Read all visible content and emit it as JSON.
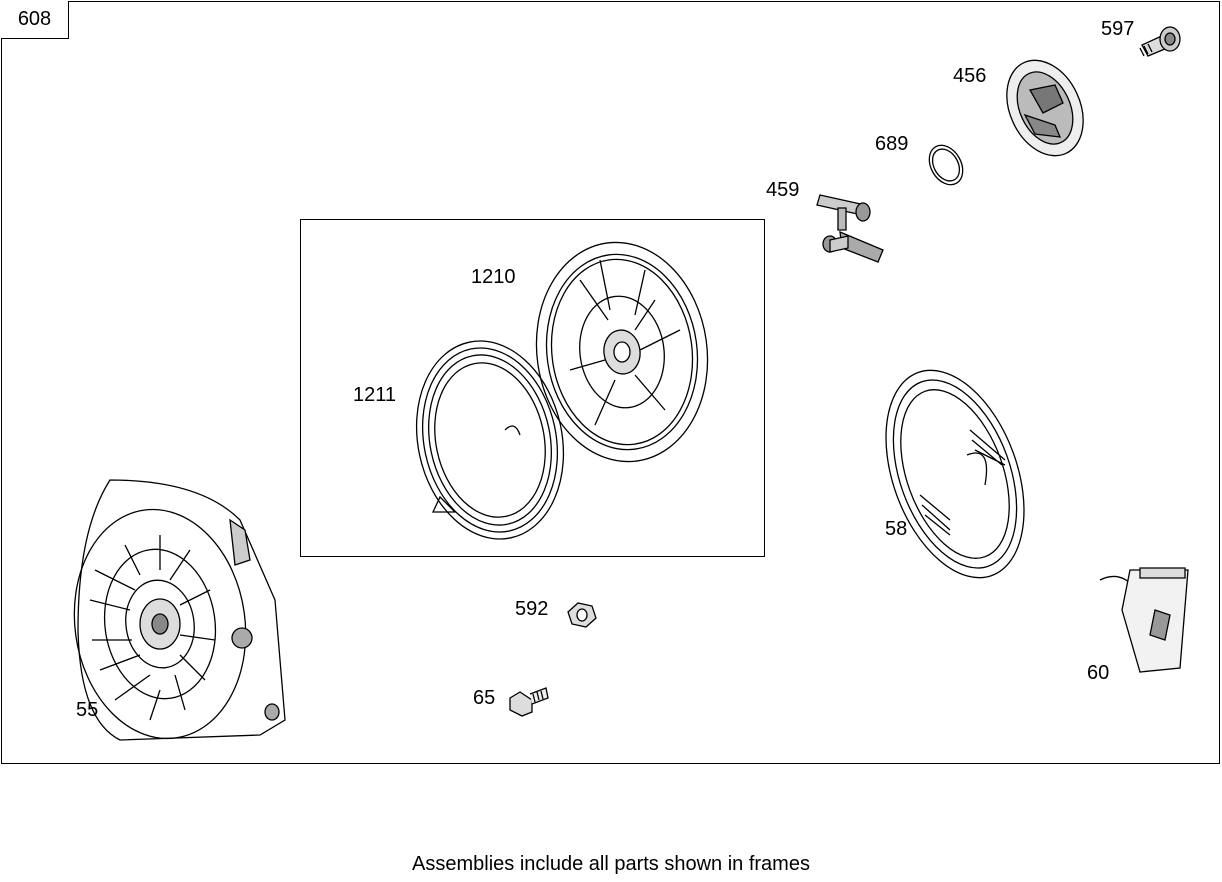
{
  "diagram": {
    "page_ref": "608",
    "footer_note": "Assemblies include all parts shown in frames",
    "parts": [
      {
        "id": "597",
        "name": "part-597"
      },
      {
        "id": "456",
        "name": "part-456"
      },
      {
        "id": "689",
        "name": "part-689"
      },
      {
        "id": "459",
        "name": "part-459"
      },
      {
        "id": "1210",
        "name": "part-1210"
      },
      {
        "id": "1211",
        "name": "part-1211"
      },
      {
        "id": "58",
        "name": "part-58"
      },
      {
        "id": "592",
        "name": "part-592"
      },
      {
        "id": "65",
        "name": "part-65"
      },
      {
        "id": "60",
        "name": "part-60"
      },
      {
        "id": "55",
        "name": "part-55"
      }
    ]
  }
}
